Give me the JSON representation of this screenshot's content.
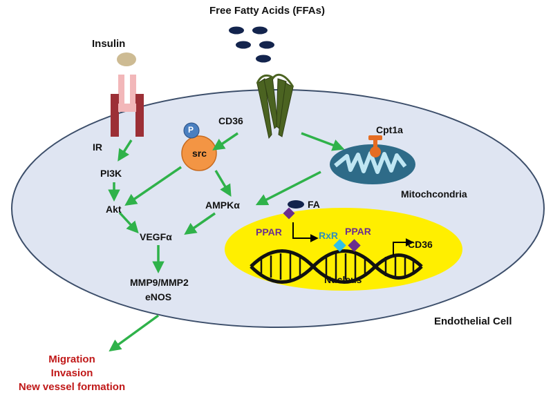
{
  "title": "Free Fatty Acids (FFAs)",
  "labels": {
    "insulin": "Insulin",
    "ir": "IR",
    "cd36_receptor": "CD36",
    "p": "P",
    "src": "src",
    "pi3k": "PI3K",
    "akt": "Akt",
    "ampk": "AMPKα",
    "vegf": "VEGFα",
    "mmp": "MMP9/MMP2",
    "enos": "eNOS",
    "cpt1a": "Cpt1a",
    "mito": "Mitochcondria",
    "fa": "FA",
    "ppar_left": "PPAR",
    "rxr": "RxR",
    "ppar_right": "PPAR",
    "cd36_gene": "CD36",
    "nucleus": "Nucleus",
    "cell": "Endothelial Cell"
  },
  "outcomes": [
    "Migration",
    "Invasion",
    "New vessel formation"
  ],
  "colors": {
    "cell_fill": "#dfe5f2",
    "cell_stroke": "#3c4e6a",
    "arrow": "#2fb24a",
    "nucleus": "#ffef00",
    "receptor_dark": "#9c2f36",
    "receptor_light": "#f2b7b9",
    "cd36_green": "#4b6321",
    "src_orange": "#f39544",
    "mito": "#2e6b88",
    "ffa_navy": "#13244d",
    "outcome_red": "#c01818"
  }
}
